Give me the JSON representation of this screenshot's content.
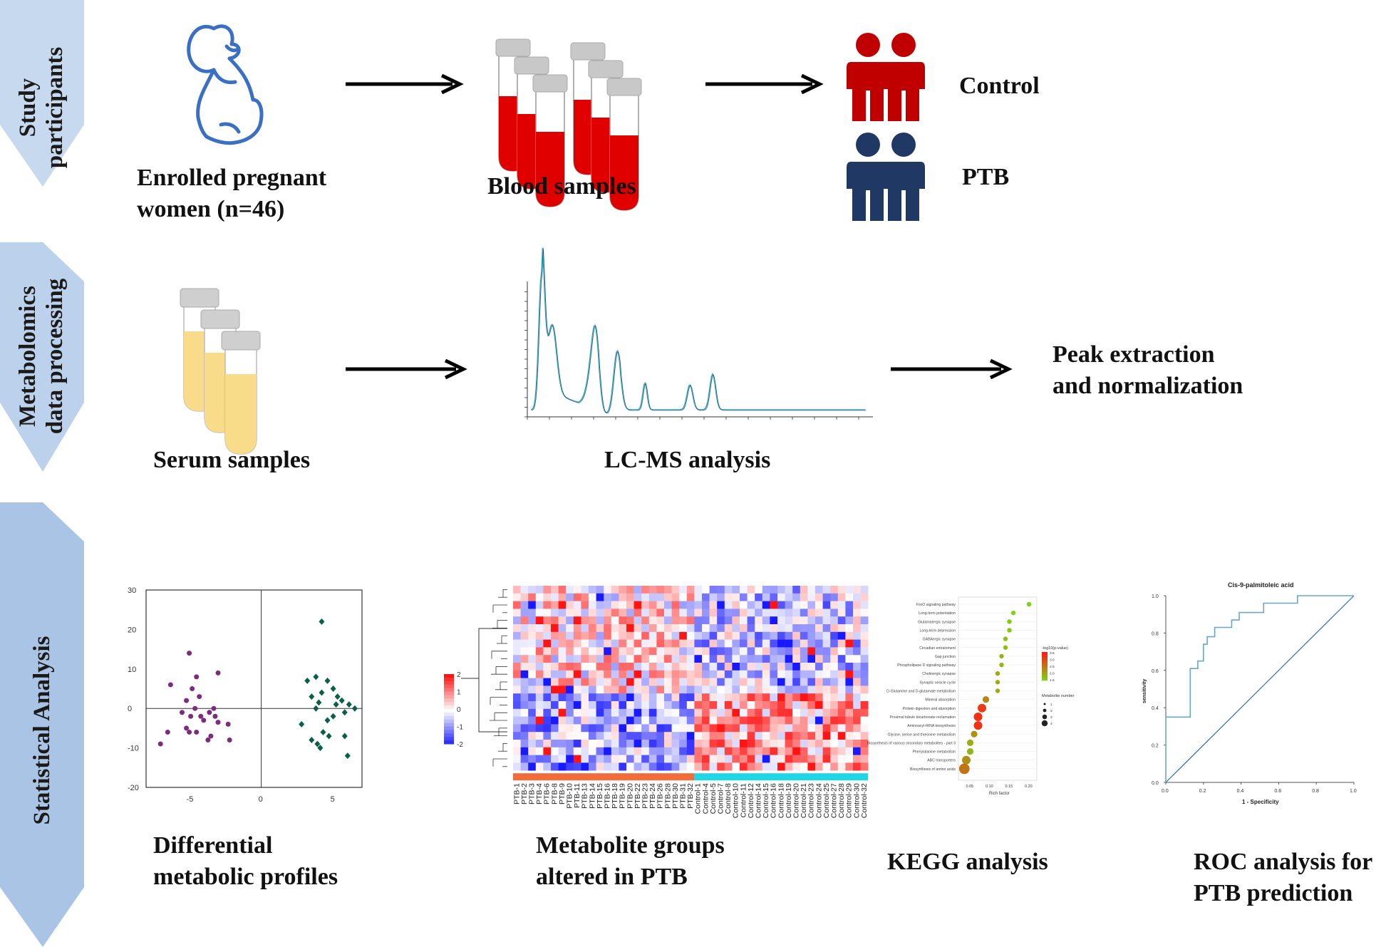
{
  "sections": {
    "study": {
      "line1": "Study",
      "line2": "participants"
    },
    "metabolomics": {
      "line1": "Metabolomics",
      "line2": "data processing"
    },
    "statistical": {
      "line1": "Statistical  Analysis"
    }
  },
  "row1": {
    "enrolled_line1": "Enrolled pregnant",
    "enrolled_line2": "women (n=46)",
    "blood": "Blood samples",
    "control": "Control",
    "ptb": "PTB"
  },
  "row2": {
    "serum": "Serum samples",
    "lcms": "LC-MS analysis",
    "peak_line1": "Peak extraction",
    "peak_line2": "and normalization"
  },
  "row3": {
    "diff_line1": "Differential",
    "diff_line2": "metabolic profiles",
    "groups_line1": "Metabolite groups",
    "groups_line2": "altered in PTB",
    "kegg": "KEGG analysis",
    "roc_line1": "ROC analysis for",
    "roc_line2": "PTB prediction"
  },
  "colors": {
    "section_band": "#c7d9ee",
    "section_band_dark": "#a9c4e4",
    "control_people": "#c00000",
    "ptb_people": "#1f3864",
    "pregnant_outline": "#3a6fc4",
    "blood": "#e00000",
    "serum": "#f8dc8a",
    "scatter_control": "#7b2d7b",
    "scatter_ptb": "#0b5e47",
    "lc_trace": "#3aa7b8"
  },
  "scatter_plot": {
    "x_ticks": [
      "-5",
      "0",
      "5"
    ],
    "y_ticks": [
      "30",
      "20",
      "10",
      "0",
      "-10",
      "-20"
    ]
  },
  "heatmap": {
    "scale_ticks": [
      "2",
      "1",
      "0",
      "-1",
      "-2"
    ],
    "ptb_labels": [
      "PTB-1",
      "PTB-2",
      "PTB-3",
      "PTB-4",
      "PTB-6",
      "PTB-8",
      "PTB-9",
      "PTB-10",
      "PTB-11",
      "PTB-13",
      "PTB-14",
      "PTB-15",
      "PTB-16",
      "PTB-18",
      "PTB-19",
      "PTB-20",
      "PTB-22",
      "PTB-23",
      "PTB-24",
      "PTB-26",
      "PTB-28",
      "PTB-30",
      "PTB-31",
      "PTB-32"
    ],
    "control_labels": [
      "Control-1",
      "Control-4",
      "Control-5",
      "Control-7",
      "Control-8",
      "Control-10",
      "Control-11",
      "Control-12",
      "Control-14",
      "Control-15",
      "Control-16",
      "Control-18",
      "Control-19",
      "Control-20",
      "Control-21",
      "Control-23",
      "Control-24",
      "Control-25",
      "Control-27",
      "Control-28",
      "Control-29",
      "Control-30",
      "Control-32"
    ]
  },
  "kegg_plot": {
    "pathways": [
      "FoxO signaling pathway",
      "Long-term potentiation",
      "Glutamatergic synapse",
      "Long-term depression",
      "GABAergic synapse",
      "Circadian entrainment",
      "Gap junction",
      "Phospholipase D signaling pathway",
      "Cholinergic synapse",
      "Synaptic vesicle cycle",
      "D-Glutamine and D-glutamate metabolism",
      "Mineral absorption",
      "Protein digestion and absorption",
      "Proximal tubule bicarbonate reclamation",
      "Aminoacyl-tRNA biosynthesis",
      "Glycine, serine and threonine metabolism",
      "Biosynthesis of various secondary metabolites - part 3",
      "Phenylalanine metabolism",
      "ABC transporters",
      "Biosynthesis of amino acids"
    ],
    "x_ticks": [
      "0.05",
      "0.10",
      "0.15",
      "0.20"
    ],
    "xlabel": "Rich factor",
    "legend_color_title": "-log10(p-value)",
    "legend_color_ticks": [
      "3.5",
      "3.0",
      "2.5",
      "2.0",
      "1.5"
    ],
    "legend_size_title": "Metabolite number",
    "legend_size_ticks": [
      "1",
      "2",
      "3",
      "4"
    ]
  },
  "roc_plot": {
    "title": "Cis-9-palmitoleic acid",
    "xlabel": "1 - Specificity",
    "ylabel": "sensitivity",
    "x_ticks": [
      "0.0",
      "0.2",
      "0.4",
      "0.6",
      "0.8",
      "1.0"
    ],
    "y_ticks": [
      "1.0",
      "0.8",
      "0.6",
      "0.4",
      "0.2",
      "0.0"
    ]
  }
}
